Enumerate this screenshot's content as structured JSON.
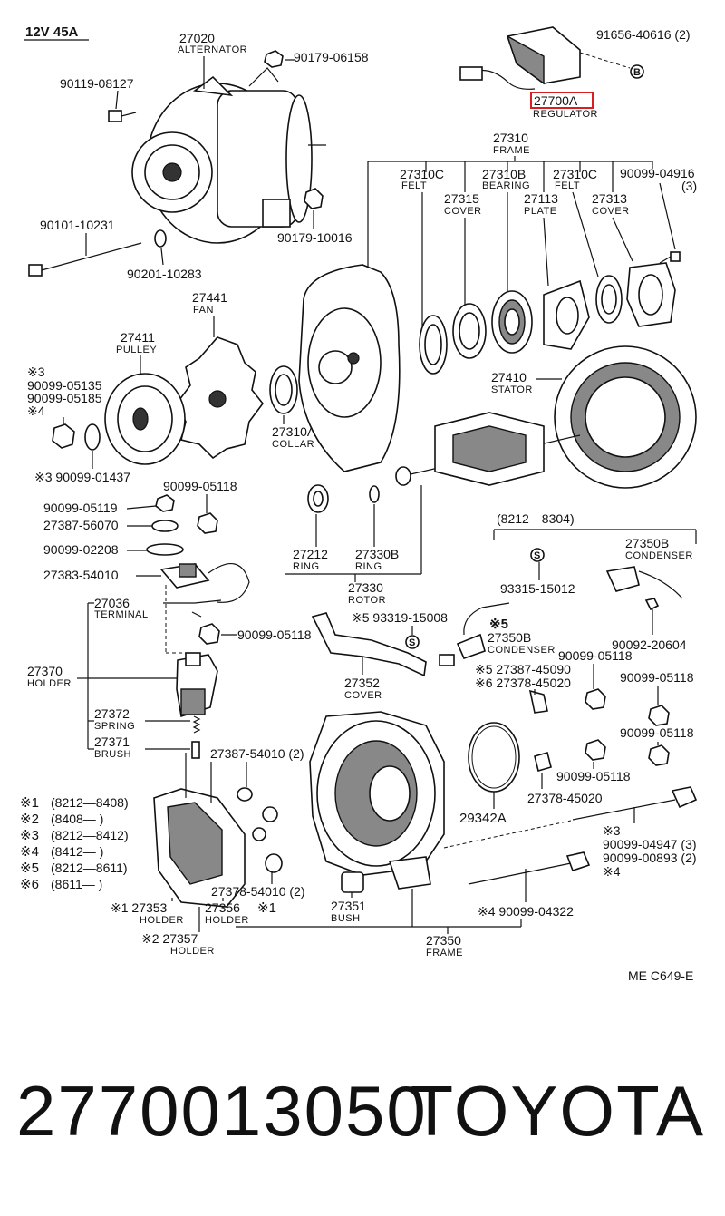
{
  "header": {
    "spec": "12V 45A"
  },
  "labels": {
    "alternator_no": "27020",
    "alternator_cap": "ALTERNATOR",
    "p90179_06158": "90179-06158",
    "p91656_40616": "91656-40616 (2)",
    "reg_no": "27700A",
    "reg_cap": "REGULATOR",
    "p90119_08127": "90119-08127",
    "p90101_10231": "90101-10231",
    "p90179_10016": "90179-10016",
    "p90201_10283": "90201-10283",
    "frame_no": "27310",
    "frame_cap": "FRAME",
    "felt1_no": "27310C",
    "felt1_cap": "FELT",
    "bearing_no": "27310B",
    "bearing_cap": "BEARING",
    "felt2_no": "27310C",
    "felt2_cap": "FELT",
    "p90099_04916": "90099-04916",
    "p90099_04916_qty": "(3)",
    "cover1_no": "27315",
    "cover1_cap": "COVER",
    "plate_no": "27113",
    "plate_cap": "PLATE",
    "cover2_no": "27313",
    "cover2_cap": "COVER",
    "fan_no": "27441",
    "fan_cap": "FAN",
    "pulley_no": "27411",
    "pulley_cap": "PULLEY",
    "m3a": "※3",
    "p90099_05135": "90099-05135",
    "p90099_05185": "90099-05185",
    "m4a": "※4",
    "collar_no": "27310A",
    "collar_cap": "COLLAR",
    "stator_no": "27410",
    "stator_cap": "STATOR",
    "p90099_01437": "※3 90099-01437",
    "p90099_05119": "90099-05119",
    "p90099_05118a": "90099-05118",
    "p27387_56070": "27387-56070",
    "p90099_02208": "90099-02208",
    "p27383_54010": "27383-54010",
    "range_8212_8304": "(8212—8304)",
    "condenser1_no": "27350B",
    "condenser1_cap": "CONDENSER",
    "ring1_no": "27212",
    "ring1_cap": "RING",
    "ring2_no": "27330B",
    "ring2_cap": "RING",
    "rotor_no": "27330",
    "rotor_cap": "ROTOR",
    "p93315_15012": "93315-15012",
    "terminal_no": "27036",
    "terminal_cap": "TERMINAL",
    "p93319_15008": "※5 93319-15008",
    "m5b": "※5",
    "condenser2_no": "27350B",
    "condenser2_cap": "CONDENSER",
    "p90092_20604": "90092-20604",
    "p90099_05118b": "90099-05118",
    "holder_no": "27370",
    "holder_cap": "HOLDER",
    "p90099_05118c": "90099-05118",
    "p90099_05118d": "90099-05118",
    "p27387_45090": "※5 27387-45090",
    "p27378_45020a": "※6 27378-45020",
    "cover3_no": "27352",
    "cover3_cap": "COVER",
    "spring_no": "27372",
    "spring_cap": "SPRING",
    "p90099_05118e": "90099-05118",
    "brush_no": "27371",
    "brush_cap": "BRUSH",
    "p27387_54010": "27387-54010 (2)",
    "p90099_05118f": "90099-05118",
    "p27378_45020b": "27378-45020",
    "p29342a": "29342A",
    "legend": [
      {
        "mark": "※1",
        "range": "(8212—8408)"
      },
      {
        "mark": "※2",
        "range": "(8408—       )"
      },
      {
        "mark": "※3",
        "range": "(8212—8412)"
      },
      {
        "mark": "※4",
        "range": "(8412—       )"
      },
      {
        "mark": "※5",
        "range": "(8212—8611)"
      },
      {
        "mark": "※6",
        "range": "(8611—       )"
      }
    ],
    "m3b": "※3",
    "p90099_04947": "90099-04947 (3)",
    "p90099_00893": "90099-00893 (2)",
    "m4b": "※4",
    "p27378_54010": "27378-54010 (2)",
    "bush_no": "27351",
    "bush_cap": "BUSH",
    "p90099_04322": "※4 90099-04322",
    "holder2_no": "※1 27353",
    "holder2_cap": "HOLDER",
    "holder3_no": "27356",
    "holder3_cap": "HOLDER",
    "m1c": "※1",
    "holder4_no": "※2 27357",
    "holder4_cap": "HOLDER",
    "frame2_no": "27350",
    "frame2_cap": "FRAME",
    "code": "ME  C649-E"
  },
  "highlight": {
    "color": "#d62020"
  },
  "footer": {
    "part_number": "2770013050",
    "brand": "TOYOTA"
  }
}
